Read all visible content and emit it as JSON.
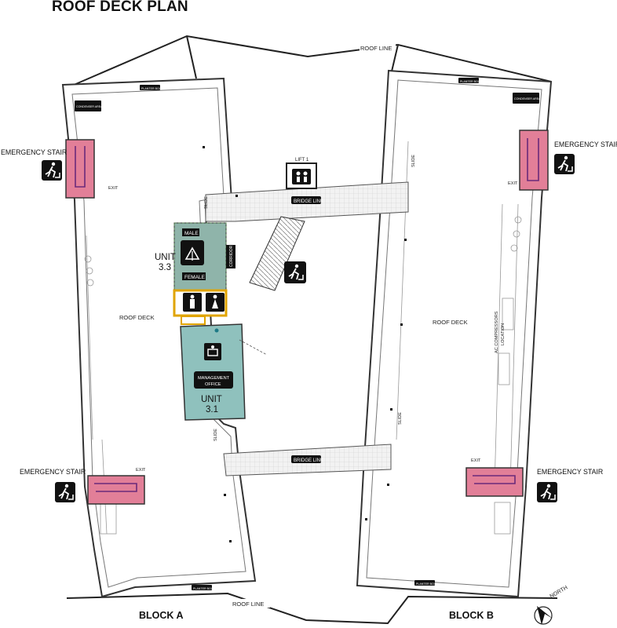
{
  "title": "ROOF DECK PLAN",
  "blocks": {
    "a": "BLOCK A",
    "b": "BLOCK B"
  },
  "north": "NORTH",
  "labels": {
    "roof_line": "ROOF LINE",
    "roof_deck": "ROOF DECK",
    "bridge_link": "BRIDGE LINK",
    "lift": "LIFT 1",
    "slide": "SLIDE",
    "exit": "EXIT",
    "emergency_stair": "EMERGENCY STAIR",
    "male": "MALE",
    "female": "FEMALE",
    "unit_33_word": "UNIT",
    "unit_33_num": "3.3",
    "unit_31_word": "UNIT",
    "unit_31_num": "3.1",
    "mgmt_line1": "MANAGEMENT",
    "mgmt_line2": "OFFICE",
    "planter_box": "PLANTER BOX",
    "corridor": "CORRIDOR",
    "ac_line1": "AC COMPRESSORS",
    "ac_line2": "LOCATION",
    "condenser": "CONDENSER AREA"
  },
  "colors": {
    "stair_fill": "#e27f98",
    "stair_line": "#6a2a7a",
    "toilet_fill": "#8fb4aa",
    "toilet_border": "#e0a400",
    "office_fill": "#8fc1bd",
    "bridge_fill": "#ececec",
    "wall": "#444444",
    "icon_bg": "#111111"
  }
}
